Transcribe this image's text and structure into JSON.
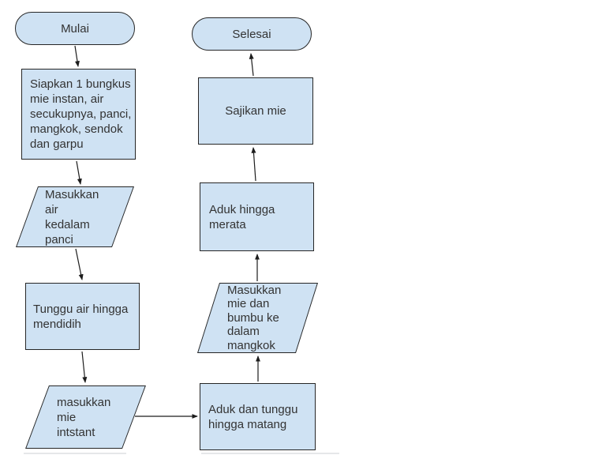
{
  "colors": {
    "background": "#ffffff",
    "shape_fill": "#cfe2f3",
    "shape_border": "#262626",
    "text": "#333333",
    "arrow": "#1c1c1c"
  },
  "flowchart": {
    "nodes": {
      "start": {
        "type": "terminator",
        "label": "Mulai"
      },
      "prepare": {
        "type": "process",
        "label": "Siapkan 1 bungkus\nmie instan, air\nsecukupnya, panci,\nmangkok, sendok\ndan garpu"
      },
      "add_water": {
        "type": "input-output",
        "label": "Masukkan\nair\nkedalam\npanci"
      },
      "boil": {
        "type": "process",
        "label": "Tunggu air hingga\nmendidih"
      },
      "add_noodles": {
        "type": "input-output",
        "label": "masukkan\nmie\nintstant"
      },
      "stir_wait": {
        "type": "process",
        "label": "Aduk dan tunggu\nhingga matang"
      },
      "to_bowl": {
        "type": "input-output",
        "label": "Masukkan\nmie dan\nbumbu ke\ndalam\nmangkok"
      },
      "stir_even": {
        "type": "process",
        "label": "Aduk hingga\nmerata"
      },
      "serve": {
        "type": "process",
        "label": "Sajikan mie"
      },
      "end": {
        "type": "terminator",
        "label": "Selesai"
      }
    },
    "edges": [
      {
        "from": "start",
        "to": "prepare"
      },
      {
        "from": "prepare",
        "to": "add_water"
      },
      {
        "from": "add_water",
        "to": "boil"
      },
      {
        "from": "boil",
        "to": "add_noodles"
      },
      {
        "from": "add_noodles",
        "to": "stir_wait"
      },
      {
        "from": "stir_wait",
        "to": "to_bowl"
      },
      {
        "from": "to_bowl",
        "to": "stir_even"
      },
      {
        "from": "stir_even",
        "to": "serve"
      },
      {
        "from": "serve",
        "to": "end"
      }
    ]
  }
}
